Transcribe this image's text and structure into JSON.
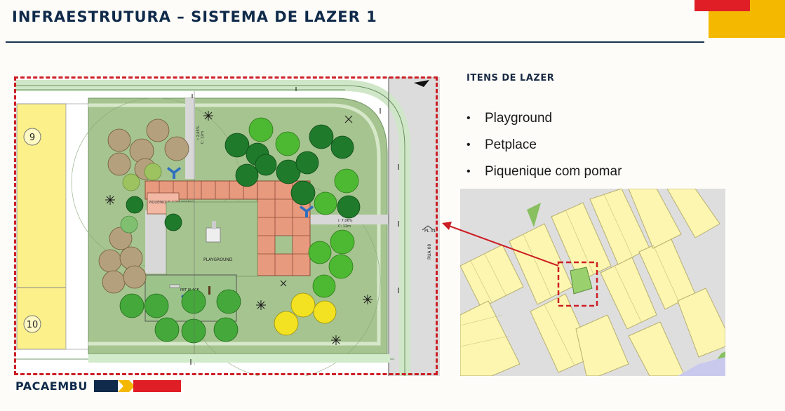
{
  "header": {
    "title": "INFRAESTRUTURA – SISTEMA DE LAZER 1"
  },
  "leisure": {
    "title": "ITENS DE LAZER",
    "items": [
      "Playground",
      "Petplace",
      "Piquenique com pomar"
    ]
  },
  "plan": {
    "lot_a": "9",
    "lot_b": "10",
    "area_labels": {
      "picnic": "PIQUENIQUE COM POMAR",
      "playground": "PLAYGROUND",
      "petplace": "PET PLACE"
    },
    "dims": {
      "c12a": "C: 12m",
      "c12b": "C: 12m",
      "slope_a": "i: 2,65%",
      "slope_b": "i: 7,06%",
      "street": "RUA 08",
      "pl": "PL 01"
    }
  },
  "footer": {
    "brand": "PACAEMBU"
  },
  "colors": {
    "navy": "#0f2a4a",
    "red": "#cc1e24",
    "yellow": "#f5b800",
    "grass": "#9cbf86"
  }
}
